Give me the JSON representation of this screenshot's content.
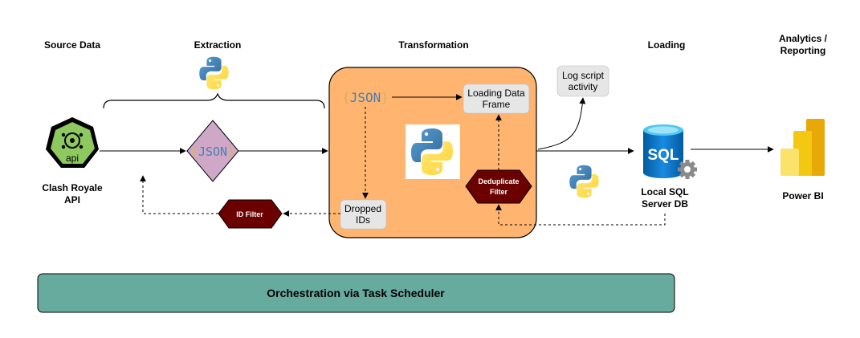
{
  "headers": {
    "source": "Source Data",
    "extraction": "Extraction",
    "transformation": "Transformation",
    "loading": "Loading",
    "analytics_line1": "Analytics /",
    "analytics_line2": "Reporting"
  },
  "api": {
    "icon_text": "api",
    "label_line1": "Clash Royale",
    "label_line2": "API"
  },
  "json_text": "JSON",
  "filters": {
    "id_filter": "ID Filter",
    "dedup_line1": "Deduplicate",
    "dedup_line2": "Filter"
  },
  "boxes": {
    "loading_df_line1": "Loading Data",
    "loading_df_line2": "Frame",
    "dropped_line1": "Dropped",
    "dropped_line2": "IDs",
    "log_line1": "Log script",
    "log_line2": "activity"
  },
  "sql": {
    "icon_text": "SQL",
    "label_line1": "Local SQL",
    "label_line2": "Server DB"
  },
  "powerbi": {
    "label": "Power BI"
  },
  "orchestration": "Orchestration via Task Scheduler",
  "colors": {
    "api_green": "#8dc95e",
    "json_box": "#cfa8c8",
    "transform_bg": "#ffb570",
    "filter_red": "#6b0000",
    "grey_box": "#e6e6e6",
    "orchestration_bg": "#67ab9f",
    "sql_blue": "#0078d4",
    "powerbi_yellow": "#f2c811"
  },
  "icons": [
    "python-logo-icon",
    "api-heptagon-icon",
    "json-braces-icon",
    "sql-database-icon",
    "gear-icon",
    "power-bi-icon"
  ]
}
